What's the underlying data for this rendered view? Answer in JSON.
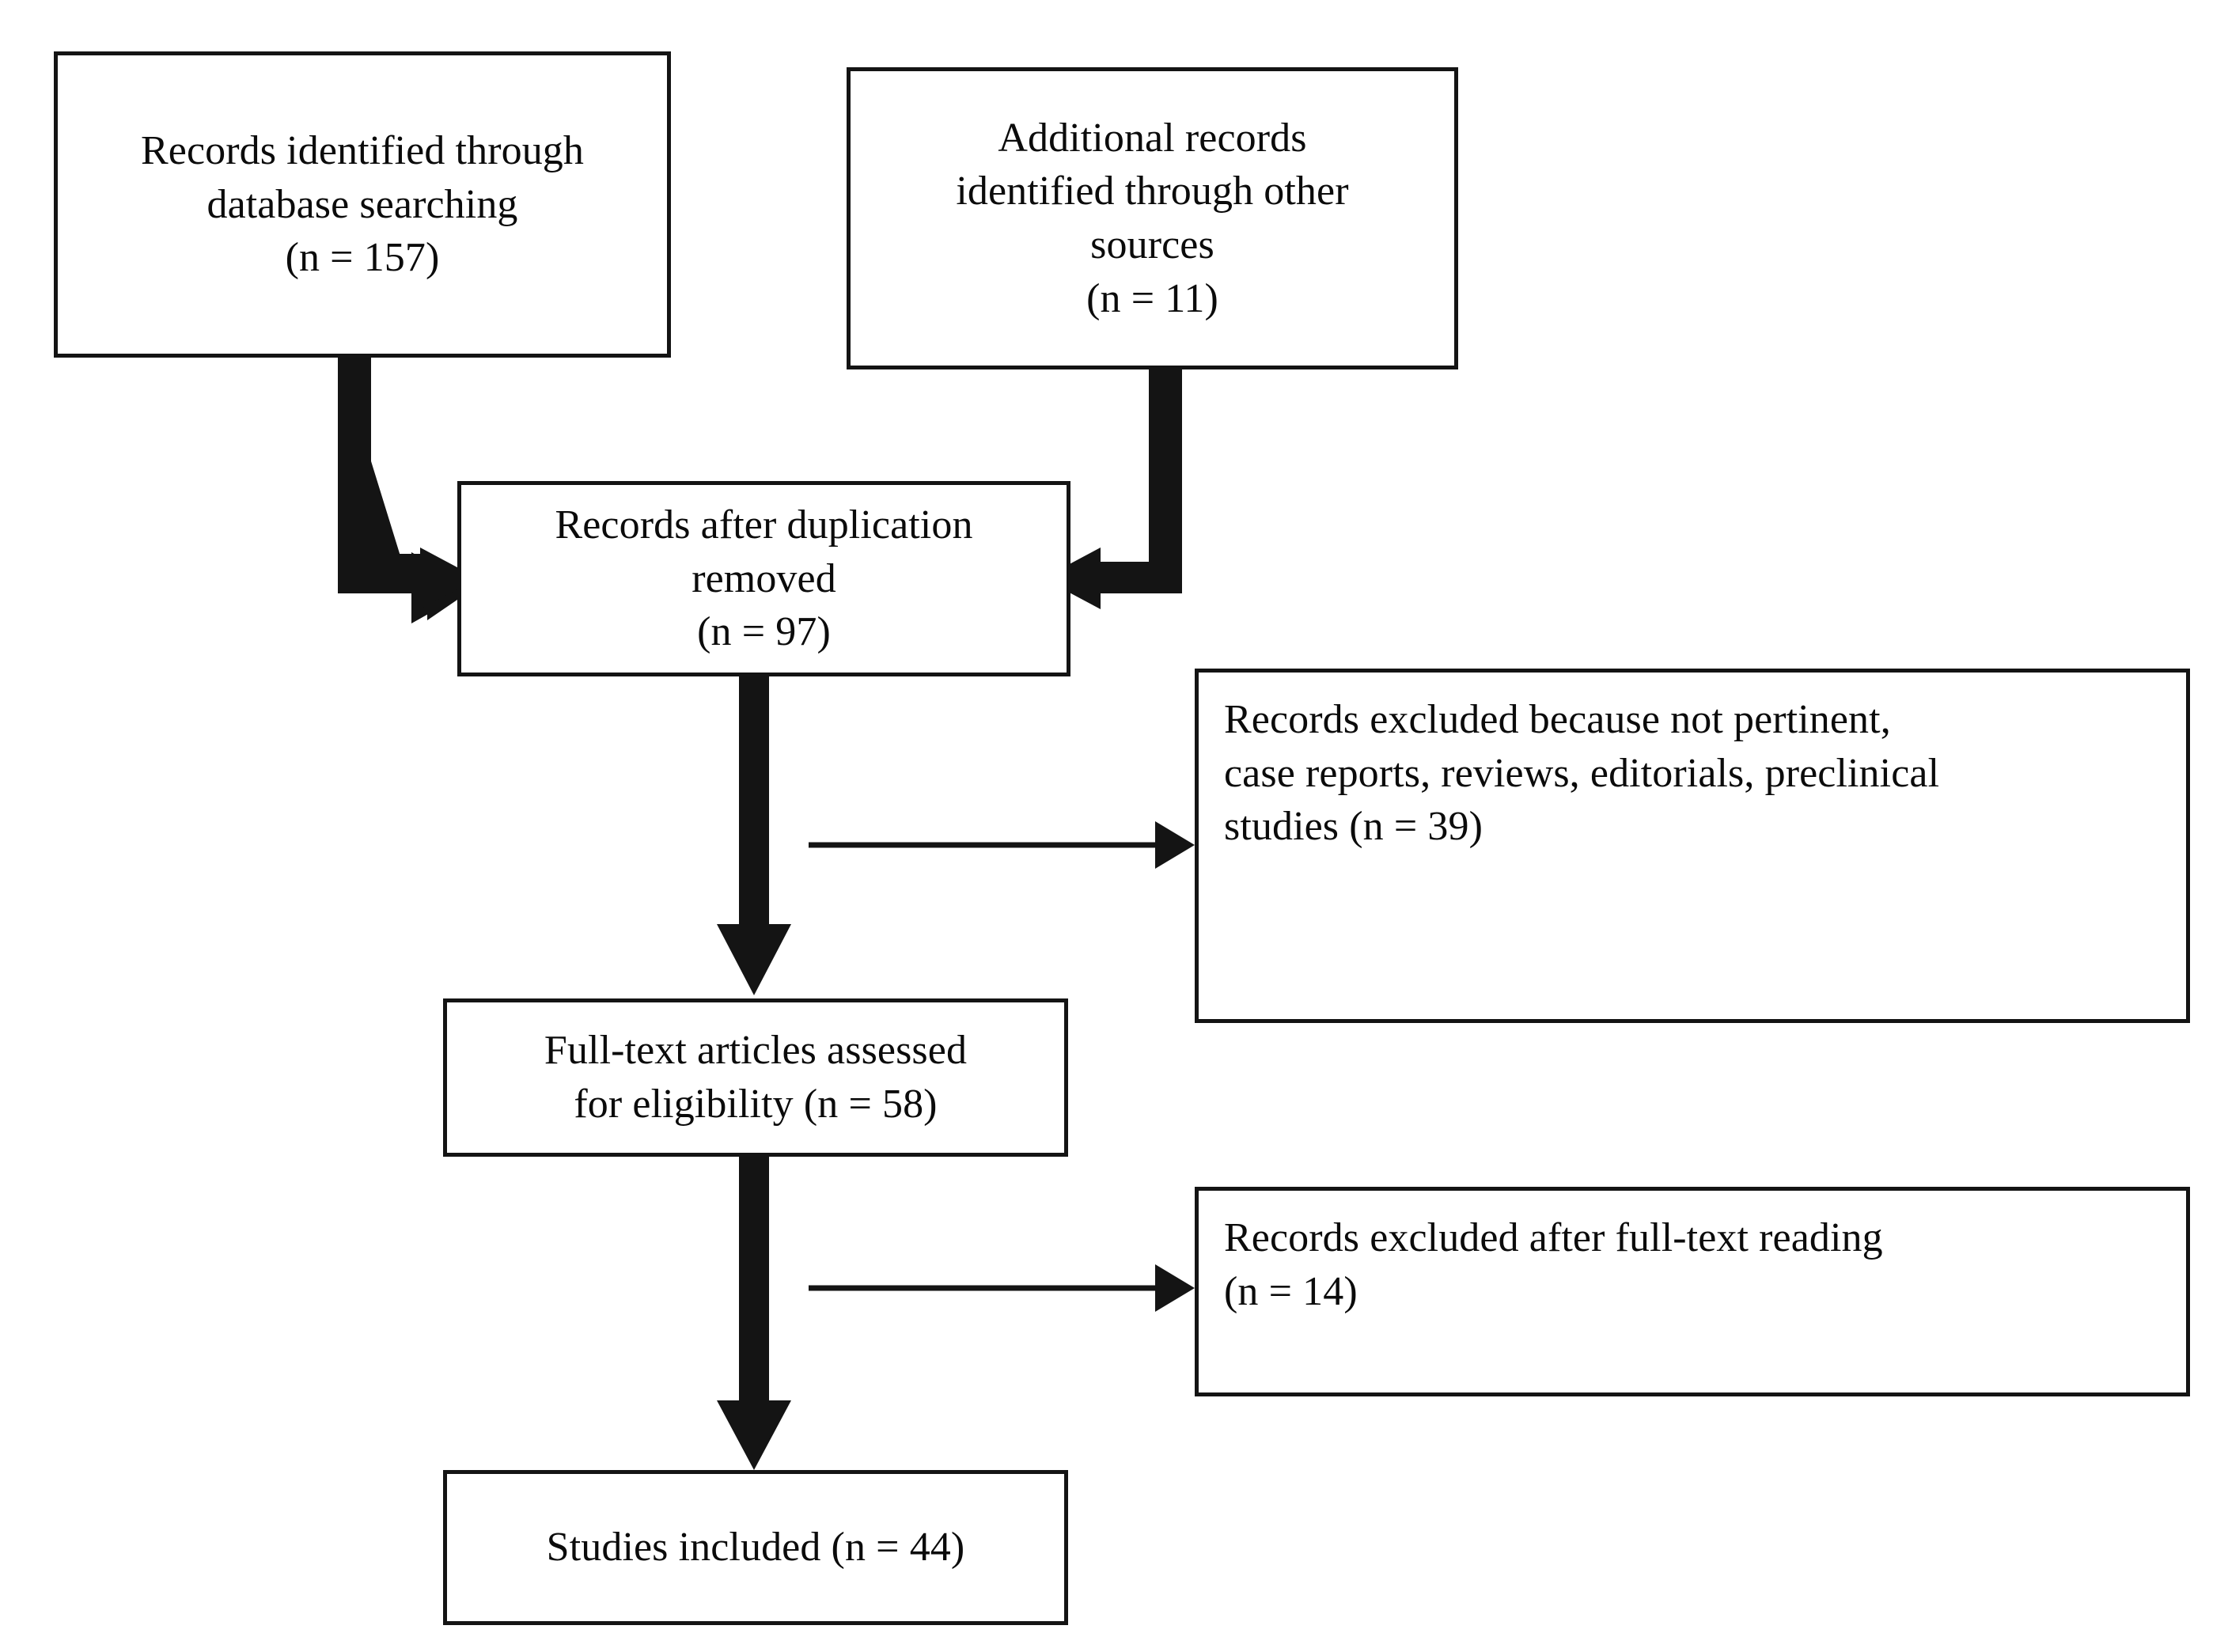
{
  "diagram": {
    "type": "prisma-flow-diagram",
    "title": "PRISMA study selection flow diagram",
    "background_color": "#ffffff",
    "line_color": "#141414",
    "text_color": "#0b0b0b",
    "nodes": [
      {
        "id": "records-database",
        "label": "Records identified through\ndatabase searching\n(n = 157)",
        "count": 157,
        "align": "center"
      },
      {
        "id": "records-other-sources",
        "label": "Additional records\nidentified through other\nsources\n(n = 11)",
        "count": 11,
        "align": "center"
      },
      {
        "id": "records-after-duplication",
        "label": "Records after duplication\nremoved\n(n = 97)",
        "count": 97,
        "align": "center"
      },
      {
        "id": "records-excluded-screening",
        "label": "Records excluded because not pertinent,\ncase reports, reviews, editorials, preclinical\nstudies (n = 39)",
        "count": 39,
        "align": "left"
      },
      {
        "id": "fulltext-assessed",
        "label": "Full-text articles assessed\nfor eligibility (n = 58)",
        "count": 58,
        "align": "center"
      },
      {
        "id": "records-excluded-fulltext",
        "label": "Records excluded after full-text reading\n(n = 14)",
        "count": 14,
        "align": "left"
      },
      {
        "id": "studies-included",
        "label": "Studies included (n = 44)",
        "count": 44,
        "align": "center"
      }
    ],
    "connectors": [
      {
        "id": "elbow-db-to-dedup",
        "style": "thick-elbow",
        "from": "records-database",
        "to": "records-after-duplication"
      },
      {
        "id": "elbow-other-to-dedup",
        "style": "thick-elbow",
        "from": "records-other-sources",
        "to": "records-after-duplication"
      },
      {
        "id": "arrow-dedup-to-fulltext",
        "style": "thick-down",
        "from": "records-after-duplication",
        "to": "fulltext-assessed"
      },
      {
        "id": "arrow-fulltext-to-included",
        "style": "thick-down",
        "from": "fulltext-assessed",
        "to": "studies-included"
      },
      {
        "id": "arrow-exclude-screening",
        "style": "thin-right",
        "from": "records-after-duplication",
        "to": "records-excluded-screening"
      },
      {
        "id": "arrow-exclude-fulltext",
        "style": "thin-right",
        "from": "fulltext-assessed",
        "to": "records-excluded-fulltext"
      }
    ]
  },
  "chart_data": {
    "type": "diagram",
    "title": "PRISMA study selection flow diagram",
    "stages": [
      {
        "stage": "Records identified through database searching",
        "n": 157
      },
      {
        "stage": "Additional records identified through other sources",
        "n": 11
      },
      {
        "stage": "Records after duplication removed",
        "n": 97
      },
      {
        "stage": "Records excluded because not pertinent, case reports, reviews, editorials, preclinical studies",
        "n": 39
      },
      {
        "stage": "Full-text articles assessed for eligibility",
        "n": 58
      },
      {
        "stage": "Records excluded after full-text reading",
        "n": 14
      },
      {
        "stage": "Studies included",
        "n": 44
      }
    ]
  }
}
